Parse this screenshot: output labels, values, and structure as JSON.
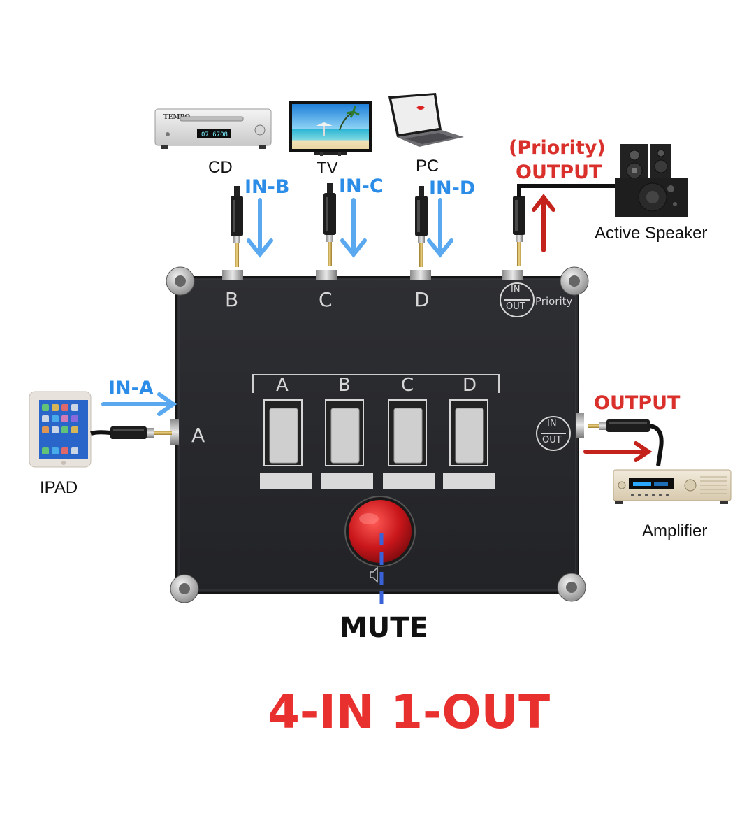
{
  "sources": {
    "cd": "CD",
    "tv": "TV",
    "pc": "PC",
    "ipad": "IPAD"
  },
  "sinks": {
    "speaker": "Active Speaker",
    "amplifier": "Amplifier"
  },
  "inputs": {
    "a": "IN-A",
    "b": "IN-B",
    "c": "IN-C",
    "d": "IN-D"
  },
  "outputs": {
    "priority_line1": "(Priority)",
    "priority_line2": "OUTPUT",
    "main": "OUTPUT"
  },
  "panel": {
    "jack_b": "B",
    "jack_c": "C",
    "jack_d": "D",
    "jack_a": "A",
    "priority_badge_top": "IN",
    "priority_badge_bottom": "OUT",
    "priority_text": "Priority",
    "out_badge_top": "IN",
    "out_badge_bottom": "OUT",
    "switches": [
      "A",
      "B",
      "C",
      "D"
    ]
  },
  "mute": "MUTE",
  "headline": "4-IN 1-OUT",
  "colors": {
    "input_blue": "#5aa9f0",
    "label_blue": "#2b8de8",
    "output_red": "#c4231c",
    "label_red": "#d9302c",
    "box": "#26272b",
    "mute_red": "#c8161b",
    "mute_line": "#3a62d8"
  },
  "icons": [
    "cd-player-icon",
    "tv-icon",
    "laptop-icon",
    "tablet-icon",
    "speaker-icon",
    "amplifier-icon",
    "audio-jack-icon",
    "mute-speaker-icon"
  ]
}
